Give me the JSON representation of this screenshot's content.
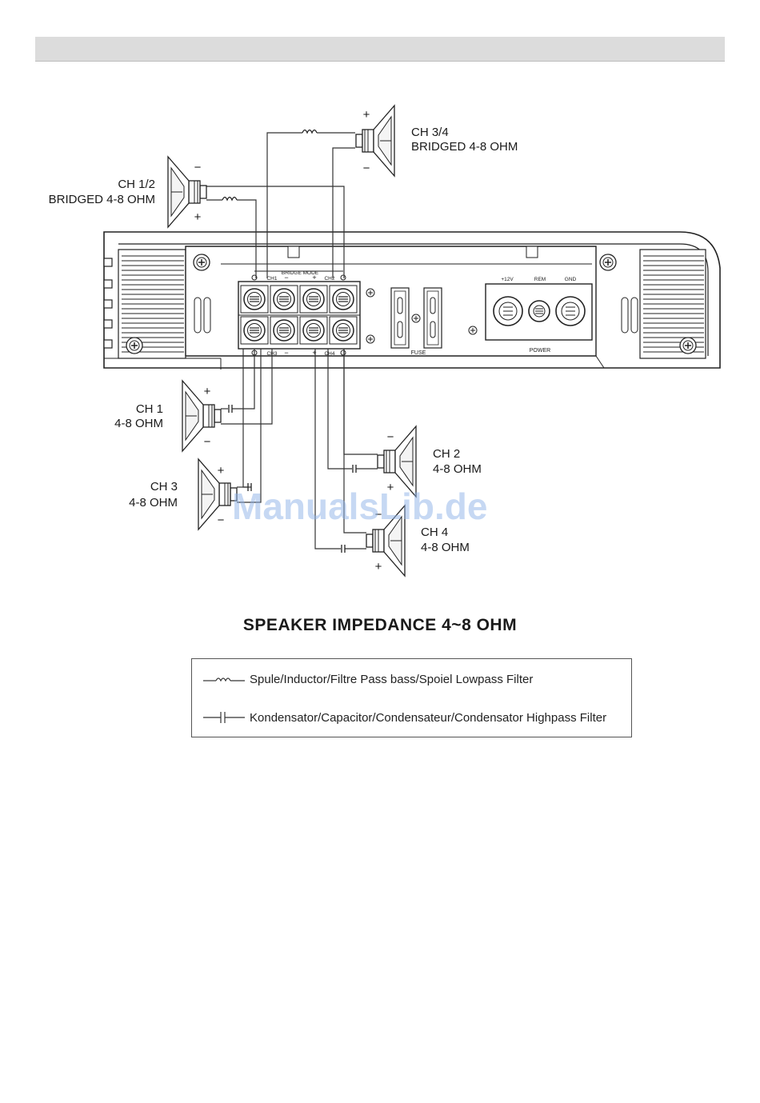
{
  "speakers": {
    "ch12": {
      "name": "CH 1/2",
      "spec": "BRIDGED 4-8 OHM",
      "top_sign": "−",
      "bottom_sign": "+"
    },
    "ch34": {
      "name": "CH 3/4",
      "spec": "BRIDGED 4-8 OHM",
      "top_sign": "+",
      "bottom_sign": "−"
    },
    "ch1": {
      "name": "CH 1",
      "spec": "4-8 OHM",
      "top_sign": "+",
      "bottom_sign": "−"
    },
    "ch2": {
      "name": "CH 2",
      "spec": "4-8 OHM",
      "top_sign": "−",
      "bottom_sign": "+"
    },
    "ch3": {
      "name": "CH 3",
      "spec": "4-8 OHM",
      "top_sign": "+",
      "bottom_sign": "−"
    },
    "ch4": {
      "name": "CH 4",
      "spec": "4-8 OHM",
      "top_sign": "−",
      "bottom_sign": "+"
    }
  },
  "amplifier": {
    "bridge_mode": "BRIDGE MODE",
    "ch1_label": "CH1",
    "ch2_label": "CH2",
    "ch3_label": "CH3",
    "ch4_label": "CH4",
    "minus": "−",
    "plus": "+",
    "fuse_label": "FUSE",
    "power_label": "POWER",
    "plus12v": "+12V",
    "rem": "REM",
    "gnd": "GND"
  },
  "title": "SPEAKER IMPEDANCE 4~8 OHM",
  "legend": {
    "inductor": "Spule/Inductor/Filtre Pass bass/Spoiel Lowpass Filter",
    "capacitor": "Kondensator/Capacitor/Condensateur/Condensator Highpass Filter"
  },
  "watermark": "ManualsLib.de"
}
